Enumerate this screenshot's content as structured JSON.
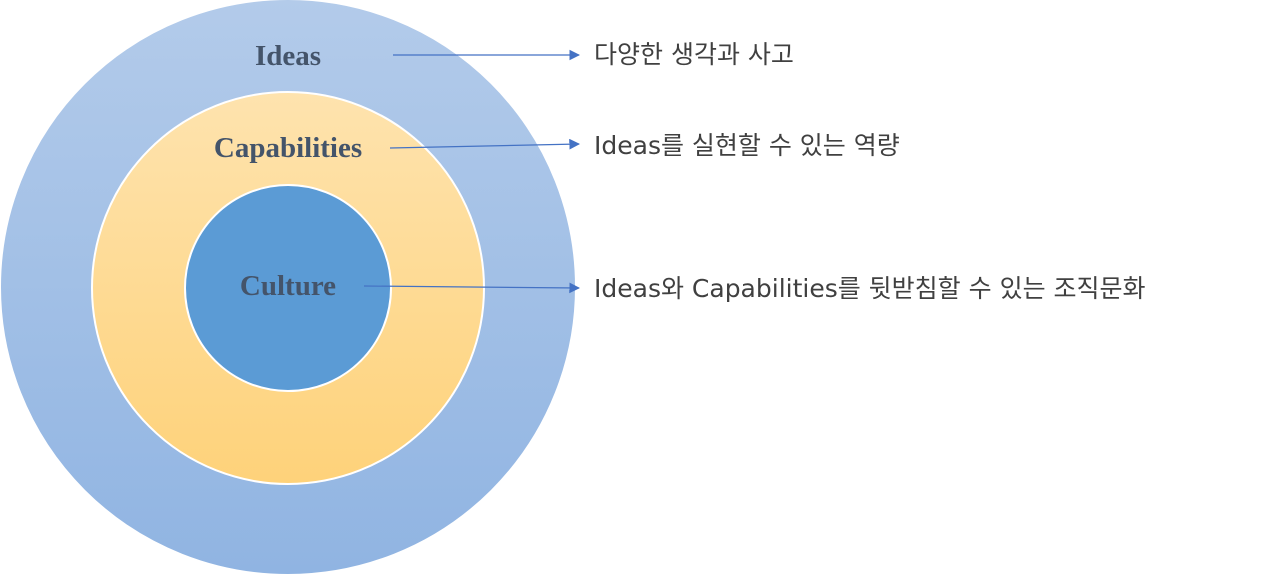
{
  "diagram": {
    "layers": [
      {
        "id": "ideas",
        "label": "Ideas",
        "description": "다양한 생각과 사고",
        "color": "#a9c4e8"
      },
      {
        "id": "capabilities",
        "label": "Capabilities",
        "description": "Ideas를 실현할 수 있는 역량",
        "color": "#fed88f"
      },
      {
        "id": "culture",
        "label": "Culture",
        "description": "Ideas와 Capabilities를 뒷받침할 수 있는 조직문화",
        "color": "#5b9bd5"
      }
    ],
    "colors": {
      "text": "#44546a",
      "connector": "#4472c4",
      "description_text": "#404040"
    }
  }
}
